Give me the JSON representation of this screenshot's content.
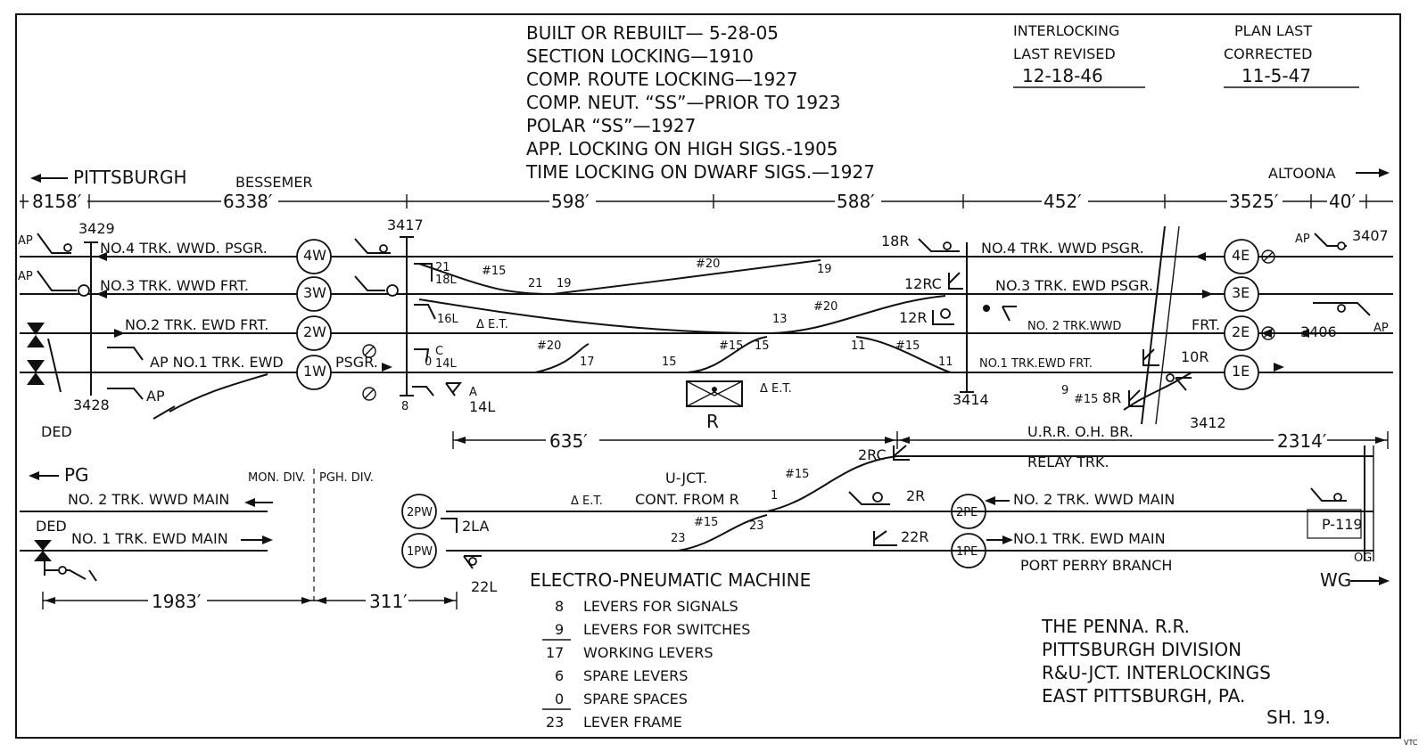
{
  "header": {
    "history": [
      "BUILT OR REBUILT— 5-28-05",
      "SECTION LOCKING—1910",
      "COMP. ROUTE LOCKING—1927",
      "COMP. NEUT. “SS”—PRIOR TO 1923",
      "POLAR “SS”—1927",
      "APP. LOCKING ON HIGH SIGS.-1905",
      "TIME LOCKING ON DWARF SIGS.—1927"
    ],
    "interlocking_label_1": "INTERLOCKING",
    "interlocking_label_2": "LAST REVISED",
    "interlocking_date": "12-18-46",
    "plan_label_1": "PLAN LAST",
    "plan_label_2": "CORRECTED",
    "plan_date": "11-5-47"
  },
  "directions": {
    "west": "PITTSBURGH",
    "bessemer": "BESSEMER",
    "east": "ALTOONA",
    "pg": "PG",
    "wg": "WG"
  },
  "distances": {
    "d8158": "8158′",
    "d6338": "6338′",
    "d598": "598′",
    "d588": "588′",
    "d452": "452′",
    "d3525": "3525′",
    "d40": "40′",
    "d635": "635′",
    "d2314": "2314′",
    "d1983": "1983′",
    "d311": "311′"
  },
  "tracks": {
    "t4w": "NO.4 TRK. WWD. PSGR.",
    "t3w": "NO.3 TRK. WWD FRT.",
    "t2e": "NO.2 TRK. EWD FRT.",
    "t1": "AP NO.1 TRK. EWD",
    "t4e": "NO.4 TRK. WWD PSGR.",
    "t3e": "NO.3 TRK. EWD PSGR.",
    "t2wwd": "NO. 2 TRK.WWD",
    "t1efrt": "NO.1 TRK.EWD FRT.",
    "frt": "FRT.",
    "psgr": "PSGR.",
    "main2": "NO. 2 TRK. WWD MAIN",
    "main1": "NO. 1 TRK. EWD MAIN",
    "main2e": "NO. 2 TRK. WWD MAIN",
    "main1e": "NO.1 TRK. EWD MAIN",
    "relay": "RELAY TRK.",
    "port_perry": "PORT PERRY BRANCH",
    "urr": "U.R.R. O.H. BR.",
    "mon_div": "MON. DIV.",
    "pgh_div": "PGH. DIV.",
    "ujct": "U-JCT.",
    "cont": "CONT. FROM R",
    "et": "Δ E.T."
  },
  "signals": {
    "s3429": "3429",
    "s3428": "3428",
    "s3417": "3417",
    "s3414": "3414",
    "s3412": "3412",
    "s3407": "3407",
    "s3406": "3406",
    "p119": "P-119",
    "ap": "AP",
    "ded": "DED",
    "og": "OG",
    "r": "R",
    "l21": "21",
    "l18l": "18L",
    "l16l": "16L",
    "lc": "C",
    "l14l": "14L",
    "l0": "0",
    "l8": "8",
    "lA": "A",
    "l14l2": "14L",
    "l18r": "18R",
    "l12rc": "12RC",
    "l12r": "12R",
    "l10r": "10R",
    "l8r": "8R",
    "l2rc": "2RC",
    "l2r": "2R",
    "l22r": "22R",
    "l2la": "2LA",
    "l22l": "22L",
    "sw19": "19",
    "sw19b": "19",
    "sw13": "13",
    "sw15": "15",
    "sw15b": "15",
    "sw11": "11",
    "sw11b": "11",
    "sw17": "17",
    "sw21": "21",
    "sw1": "1",
    "sw23": "23",
    "sw23b": "23",
    "sw9": "9",
    "n15": "#15",
    "n20": "#20",
    "n20b": "#20",
    "n20c": "#20",
    "n15b": "#15",
    "n15c": "#15",
    "n15d": "#15",
    "n15e": "#15",
    "n15f": "#15"
  },
  "circles": [
    "4W",
    "3W",
    "2W",
    "1W",
    "4E",
    "3E",
    "2E",
    "1E",
    "2PW",
    "1PW",
    "2PE",
    "1PE"
  ],
  "machine": {
    "title": "ELECTRO-PNEUMATIC MACHINE",
    "rows": [
      {
        "n": "8",
        "t": "LEVERS FOR SIGNALS"
      },
      {
        "n": "9",
        "t": "LEVERS FOR SWITCHES"
      },
      {
        "n": "17",
        "t": "WORKING LEVERS"
      },
      {
        "n": "6",
        "t": "SPARE LEVERS"
      },
      {
        "n": "0",
        "t": "SPARE SPACES"
      },
      {
        "n": "23",
        "t": "LEVER FRAME"
      }
    ]
  },
  "title_block": {
    "l1": "THE PENNA. R.R.",
    "l2": "PITTSBURGH DIVISION",
    "l3": "R&U-JCT. INTERLOCKINGS",
    "l4": "EAST PITTSBURGH, PA.",
    "sheet": "SH. 19.",
    "mark": "VTC"
  }
}
